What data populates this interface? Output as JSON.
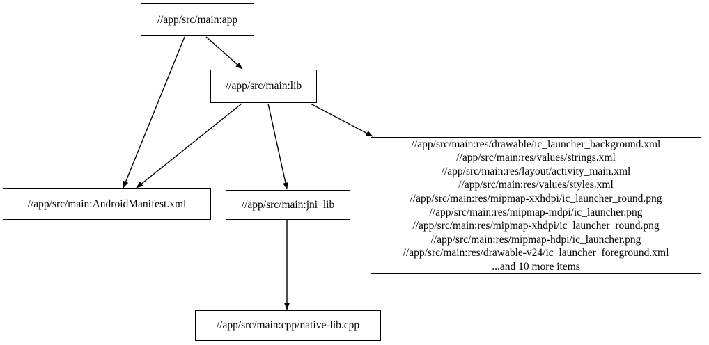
{
  "graph": {
    "type": "directed-dependency-graph",
    "background_color": "#ffffff",
    "line_color": "#000000",
    "text_color": "#000000",
    "nodes": {
      "app": {
        "label": "//app/src/main:app"
      },
      "lib": {
        "label": "//app/src/main:lib"
      },
      "manifest": {
        "label": "//app/src/main:AndroidManifest.xml"
      },
      "jni_lib": {
        "label": "//app/src/main:jni_lib"
      },
      "native_lib_cpp": {
        "label": "//app/src/main:cpp/native-lib.cpp"
      },
      "res_cluster": {
        "lines": [
          "//app/src/main:res/drawable/ic_launcher_background.xml",
          "//app/src/main:res/values/strings.xml",
          "//app/src/main:res/layout/activity_main.xml",
          "//app/src/main:res/values/styles.xml",
          "//app/src/main:res/mipmap-xxhdpi/ic_launcher_round.png",
          "//app/src/main:res/mipmap-mdpi/ic_launcher.png",
          "//app/src/main:res/mipmap-xhdpi/ic_launcher_round.png",
          "//app/src/main:res/mipmap-hdpi/ic_launcher.png",
          "//app/src/main:res/drawable-v24/ic_launcher_foreground.xml",
          "...and 10 more items"
        ],
        "label": "//app/src/main:res/drawable/ic_launcher_background.xml\n//app/src/main:res/values/strings.xml\n//app/src/main:res/layout/activity_main.xml\n//app/src/main:res/values/styles.xml\n//app/src/main:res/mipmap-xxhdpi/ic_launcher_round.png\n//app/src/main:res/mipmap-mdpi/ic_launcher.png\n//app/src/main:res/mipmap-xhdpi/ic_launcher_round.png\n//app/src/main:res/mipmap-hdpi/ic_launcher.png\n//app/src/main:res/drawable-v24/ic_launcher_foreground.xml\n...and 10 more items",
        "overflow_note": "...and 10 more items",
        "overflow_count": 10
      }
    },
    "edges": [
      {
        "from": "app",
        "to": "lib"
      },
      {
        "from": "app",
        "to": "manifest"
      },
      {
        "from": "lib",
        "to": "manifest"
      },
      {
        "from": "lib",
        "to": "jni_lib"
      },
      {
        "from": "lib",
        "to": "res_cluster"
      },
      {
        "from": "jni_lib",
        "to": "native_lib_cpp"
      }
    ]
  }
}
